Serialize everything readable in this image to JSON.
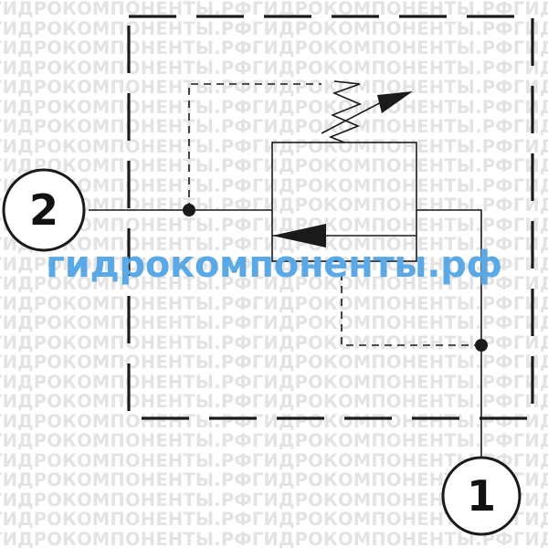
{
  "watermark": {
    "background_text": "ГИДРОКОМПОНЕНТЫ.РФ",
    "center_text": "гидрокомпоненты.рф",
    "background_color": "#e3e3e3",
    "center_color": "#5aa9e6"
  },
  "ports": {
    "left": "2",
    "bottom": "1"
  },
  "colors": {
    "line": "#1a1a1a",
    "background": "#ffffff"
  }
}
